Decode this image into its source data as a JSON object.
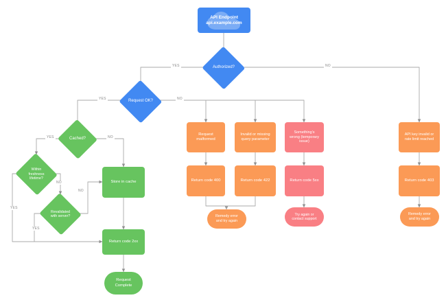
{
  "diagram": {
    "type": "flowchart",
    "title": "API Endpoint request handling flowchart",
    "background": "#ffffff",
    "colors": {
      "blue": "#4289f2",
      "green": "#67c45f",
      "orange": "#fb9a56",
      "red": "#f97f84",
      "edge": "#9e9e9e",
      "edge_label_text": "#8a8a8a"
    }
  },
  "nodes": {
    "start": {
      "title": "API Endpoint",
      "subtitle": "api.example.com",
      "shape": "rect",
      "color": "#4289f2",
      "icon": "cloud-icon"
    },
    "authorized": {
      "label": "Authorized?",
      "shape": "diamond",
      "color": "#4289f2"
    },
    "request_ok": {
      "label": "Request OK?",
      "shape": "diamond",
      "color": "#4289f2"
    },
    "cached": {
      "label": "Cached?",
      "shape": "diamond",
      "color": "#67c45f"
    },
    "within_freshness": {
      "label": "Within\nfreshness\nlifetime?",
      "shape": "diamond",
      "color": "#67c45f"
    },
    "revalidated": {
      "label": "Revalidated\nwith server?",
      "shape": "diamond",
      "color": "#67c45f"
    },
    "store_in_cache": {
      "label": "Store in cache",
      "shape": "rect",
      "color": "#67c45f"
    },
    "return_2xx": {
      "label": "Return code 2xx",
      "shape": "rect",
      "color": "#67c45f"
    },
    "request_complete": {
      "label": "Request\nComplete",
      "shape": "stadium",
      "color": "#67c45f"
    },
    "request_malformed": {
      "label": "Request\nmalformed",
      "shape": "rect",
      "color": "#fb9a56"
    },
    "return_400": {
      "label": "Return code 400",
      "shape": "rect",
      "color": "#fb9a56"
    },
    "invalid_query": {
      "label": "Invalid or missing\nquery parameter",
      "shape": "rect",
      "color": "#fb9a56"
    },
    "return_422": {
      "label": "Return code 422",
      "shape": "rect",
      "color": "#fb9a56"
    },
    "remedy_error_mid": {
      "label": "Remedy error\nand try again",
      "shape": "stadium",
      "color": "#fb9a56"
    },
    "something_wrong": {
      "label": "Something's\nwrong (temporary\nissue)",
      "shape": "rect",
      "color": "#f97f84"
    },
    "return_5xx": {
      "label": "Return code 5xx",
      "shape": "rect",
      "color": "#f97f84"
    },
    "try_again": {
      "label": "Try again or\ncontact support",
      "shape": "stadium",
      "color": "#f97f84"
    },
    "api_key_invalid": {
      "label": "API key invalid or\nrate limit reached",
      "shape": "rect",
      "color": "#fb9a56"
    },
    "return_403": {
      "label": "Return code 403",
      "shape": "rect",
      "color": "#fb9a56"
    },
    "remedy_error_right": {
      "label": "Remedy error\nand try again",
      "shape": "stadium",
      "color": "#fb9a56"
    }
  },
  "edge_labels": {
    "authorized_yes": "YES",
    "authorized_no": "NO",
    "request_ok_yes": "YES",
    "request_ok_no": "NO",
    "cached_yes": "YES",
    "cached_no": "NO",
    "freshness_yes": "YES",
    "freshness_no": "NO",
    "revalidated_yes": "YES",
    "revalidated_no": "NO"
  },
  "edges": [
    {
      "from": "start",
      "to": "authorized",
      "label": ""
    },
    {
      "from": "authorized",
      "to": "request_ok",
      "label": "YES"
    },
    {
      "from": "authorized",
      "to": "api_key_invalid",
      "label": "NO"
    },
    {
      "from": "request_ok",
      "to": "cached",
      "label": "YES"
    },
    {
      "from": "request_ok",
      "to": "request_malformed",
      "label": "NO"
    },
    {
      "from": "request_ok",
      "to": "invalid_query",
      "label": "NO"
    },
    {
      "from": "request_ok",
      "to": "something_wrong",
      "label": "NO"
    },
    {
      "from": "cached",
      "to": "within_freshness",
      "label": "YES"
    },
    {
      "from": "cached",
      "to": "store_in_cache",
      "label": "NO"
    },
    {
      "from": "within_freshness",
      "to": "return_2xx",
      "label": "YES"
    },
    {
      "from": "within_freshness",
      "to": "revalidated",
      "label": "NO"
    },
    {
      "from": "revalidated",
      "to": "return_2xx",
      "label": "YES"
    },
    {
      "from": "revalidated",
      "to": "store_in_cache",
      "label": "NO"
    },
    {
      "from": "store_in_cache",
      "to": "return_2xx",
      "label": ""
    },
    {
      "from": "return_2xx",
      "to": "request_complete",
      "label": ""
    },
    {
      "from": "request_malformed",
      "to": "return_400",
      "label": ""
    },
    {
      "from": "return_400",
      "to": "remedy_error_mid",
      "label": ""
    },
    {
      "from": "invalid_query",
      "to": "return_422",
      "label": ""
    },
    {
      "from": "return_422",
      "to": "remedy_error_mid",
      "label": ""
    },
    {
      "from": "something_wrong",
      "to": "return_5xx",
      "label": ""
    },
    {
      "from": "return_5xx",
      "to": "try_again",
      "label": ""
    },
    {
      "from": "api_key_invalid",
      "to": "return_403",
      "label": ""
    },
    {
      "from": "return_403",
      "to": "remedy_error_right",
      "label": ""
    }
  ]
}
